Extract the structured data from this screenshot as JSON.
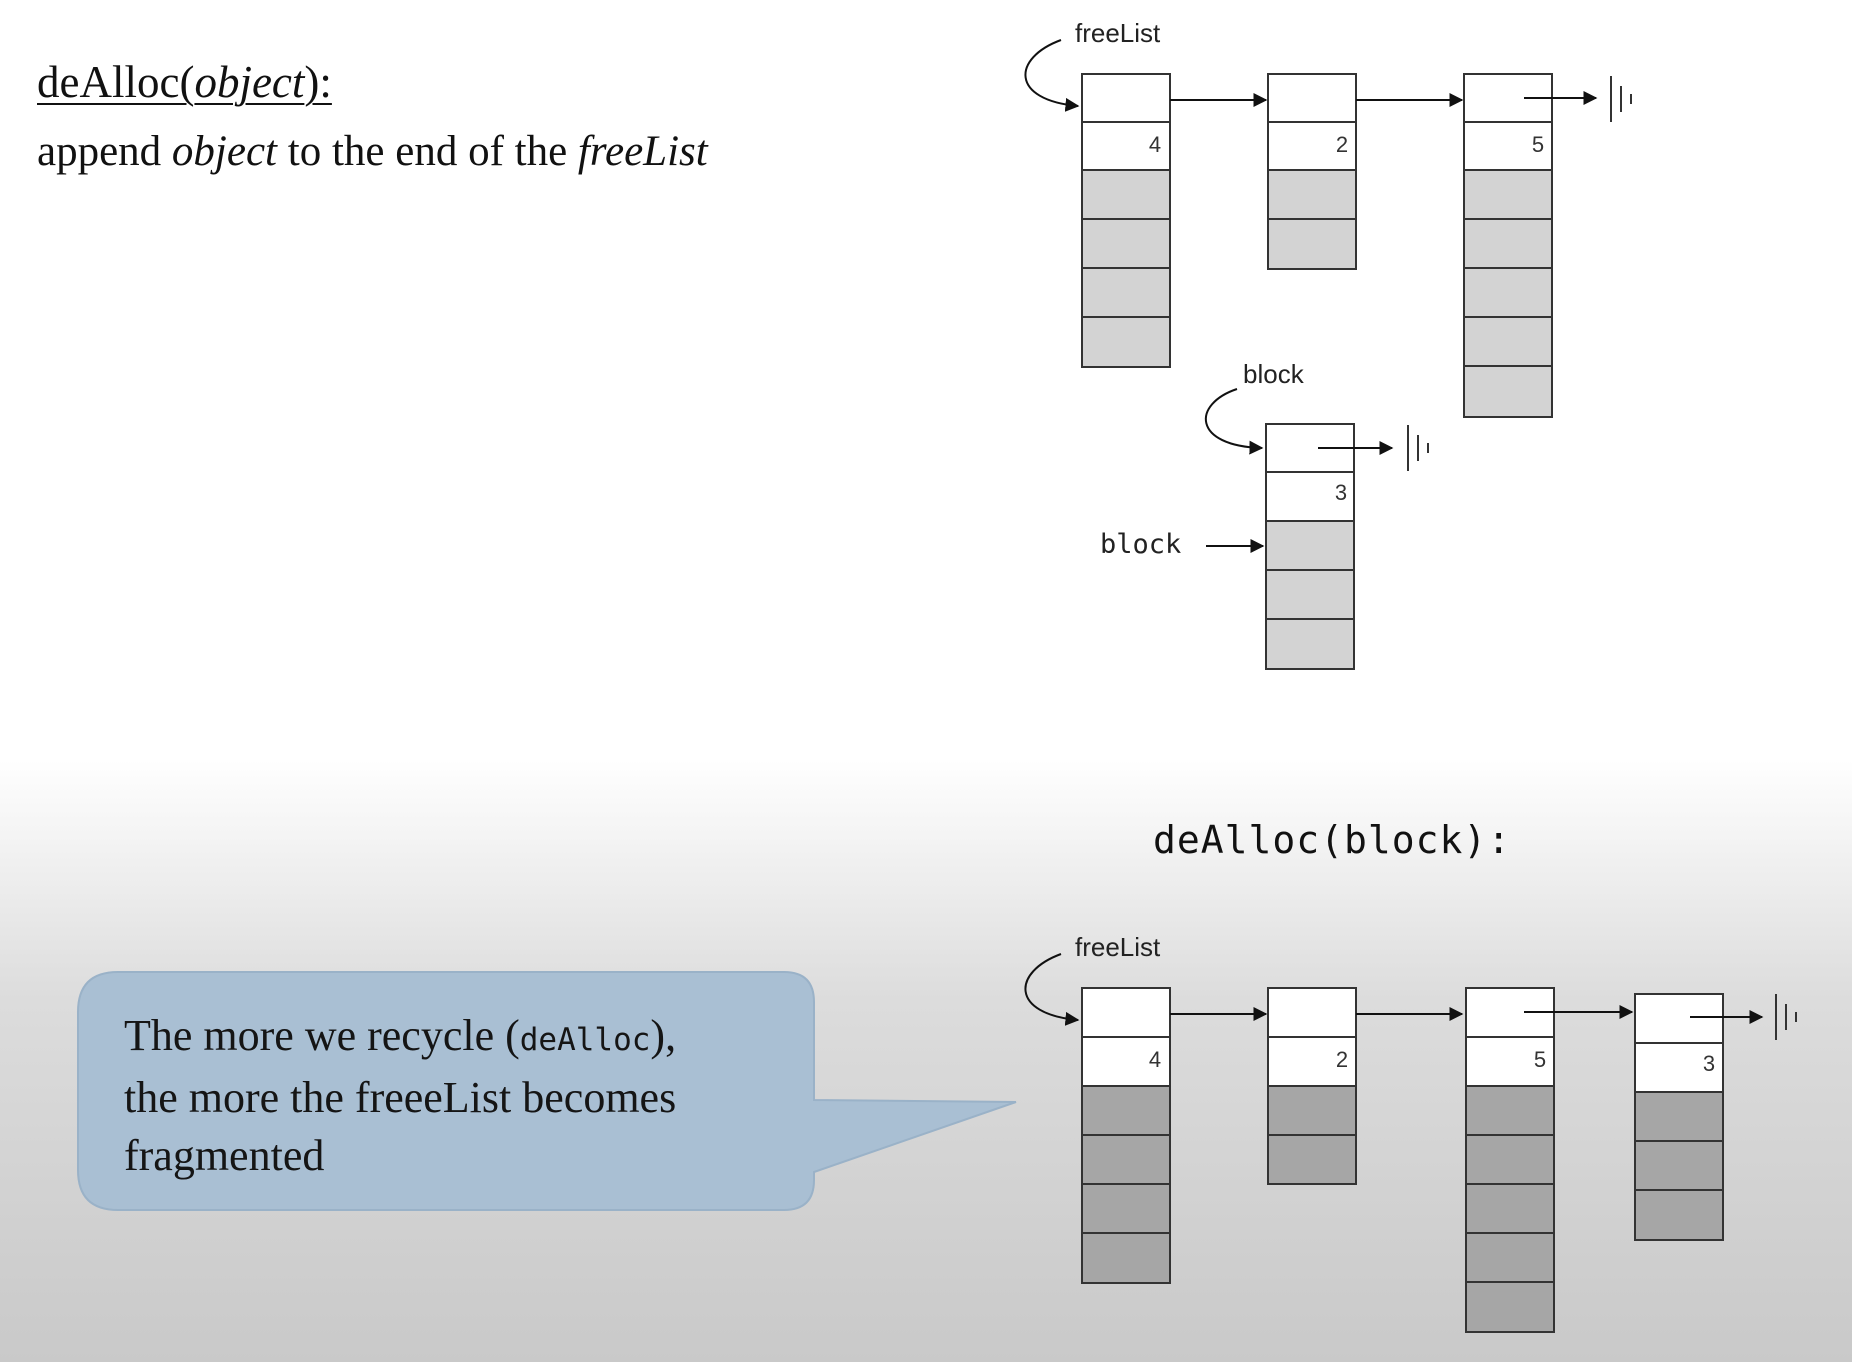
{
  "header": {
    "title_prefix": "deAlloc(",
    "title_arg": "object",
    "title_suffix": "):",
    "sub_1": "append ",
    "sub_obj": "object",
    "sub_2": " to the end of the ",
    "sub_list": "freeList"
  },
  "top_diagram": {
    "freelist_label": "freeList",
    "block_label": "block",
    "block_pointer_label": "block",
    "list_nodes": [
      {
        "size": "4"
      },
      {
        "size": "2"
      },
      {
        "size": "5"
      }
    ],
    "block_node": {
      "size": "3"
    }
  },
  "bottom_diagram": {
    "caption": "deAlloc(block):",
    "freelist_label": "freeList",
    "list_nodes": [
      {
        "size": "4"
      },
      {
        "size": "2"
      },
      {
        "size": "5"
      },
      {
        "size": "3"
      }
    ]
  },
  "callout": {
    "text_1": "The more we recycle (",
    "text_code": "deAlloc",
    "text_2": "),",
    "text_3": "the more the freeeList becomes",
    "text_4": "fragmented"
  },
  "colors": {
    "cell_fill_top": "#d3d3d3",
    "cell_fill_bottom": "#a6a6a6",
    "callout_fill": "#a9bfd3"
  }
}
